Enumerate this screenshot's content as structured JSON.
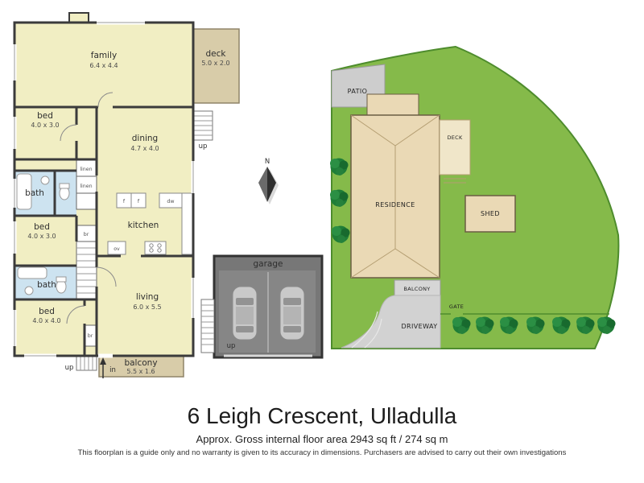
{
  "meta": {
    "title": "6 Leigh Crescent, Ulladulla",
    "area_note": "Approx. Gross internal floor area 2943 sq ft / 274 sq m",
    "disclaimer": "This floorplan is a guide only and no warranty is given to its accuracy in dimensions. Purchasers are advised to carry out their own investigations"
  },
  "floorplan": {
    "family": {
      "name": "family",
      "dims": "6.4 x 4.4"
    },
    "deck": {
      "name": "deck",
      "dims": "5.0 x 2.0"
    },
    "bed1": {
      "name": "bed",
      "dims": "4.0 x 3.0"
    },
    "dining": {
      "name": "dining",
      "dims": "4.7 x 4.0"
    },
    "bath1": {
      "name": "bath"
    },
    "bed2": {
      "name": "bed",
      "dims": "4.0 x 3.0"
    },
    "kitchen": {
      "name": "kitchen"
    },
    "bath2": {
      "name": "bath"
    },
    "bed3": {
      "name": "bed",
      "dims": "4.0 x 4.0"
    },
    "living": {
      "name": "living",
      "dims": "6.0 x 5.5"
    },
    "balcony": {
      "name": "balcony",
      "dims": "5.5 x 1.6"
    },
    "garage": {
      "name": "garage"
    },
    "labels": {
      "linen": "linen",
      "br": "br",
      "up": "up",
      "in": "in",
      "fridge": "f",
      "dishwasher": "dw",
      "oven": "ov"
    }
  },
  "compass": {
    "north": "N"
  },
  "siteplan": {
    "patio": "PATIO",
    "residence": "RESIDENCE",
    "deck": "DECK",
    "shed": "SHED",
    "balcony": "BALCONY",
    "gate": "GATE",
    "driveway": "DRIVEWAY"
  },
  "colors": {
    "room_fill": "#f1eec3",
    "deck_fill": "#d8cca9",
    "bath_fill": "#cde3f0",
    "wall": "#3b3b3b",
    "grass": "#85ba4a",
    "tree": "#1f7d37",
    "residence_fill": "#ead9b5",
    "paving": "#d2d2d2",
    "garage_wall": "#777777",
    "garage_floor": "#868686"
  }
}
